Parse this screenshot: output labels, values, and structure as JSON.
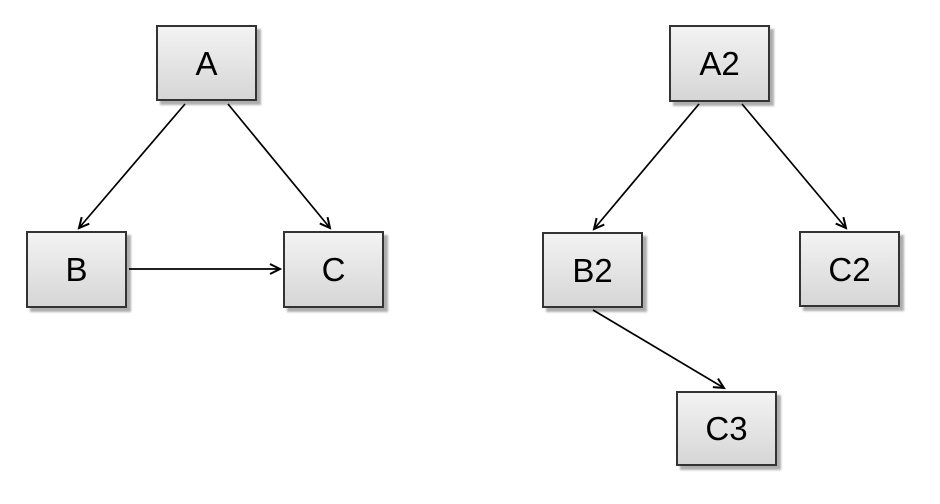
{
  "diagram": {
    "left_graph": {
      "nodes": {
        "a": {
          "label": "A"
        },
        "b": {
          "label": "B"
        },
        "c": {
          "label": "C"
        }
      },
      "edges": [
        {
          "from": "A",
          "to": "B"
        },
        {
          "from": "A",
          "to": "C"
        },
        {
          "from": "B",
          "to": "C"
        }
      ]
    },
    "right_graph": {
      "nodes": {
        "a2": {
          "label": "A2"
        },
        "b2": {
          "label": "B2"
        },
        "c2": {
          "label": "C2"
        },
        "c3": {
          "label": "C3"
        }
      },
      "edges": [
        {
          "from": "A2",
          "to": "B2"
        },
        {
          "from": "A2",
          "to": "C2"
        },
        {
          "from": "B2",
          "to": "C3"
        }
      ]
    }
  },
  "colors": {
    "background": "#ffffff",
    "node_border": "#333333",
    "node_fill_top": "#f3f3f3",
    "node_fill_bottom": "#d6d6d6",
    "node_shadow": "rgba(0,0,0,0.32)",
    "edge_stroke": "#000000",
    "node_text": "#000000"
  }
}
